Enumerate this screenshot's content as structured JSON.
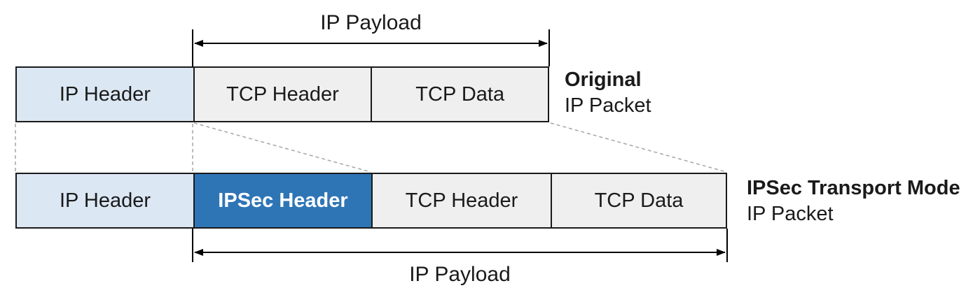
{
  "diagram": {
    "top_measure": {
      "label": "IP Payload"
    },
    "bottom_measure": {
      "label": "IP Payload"
    },
    "original_packet": {
      "segments": [
        {
          "label": "IP Header"
        },
        {
          "label": "TCP Header"
        },
        {
          "label": "TCP Data"
        }
      ],
      "caption_line1": "Original",
      "caption_line2": "IP Packet"
    },
    "transport_packet": {
      "segments": [
        {
          "label": "IP Header"
        },
        {
          "label": "IPSec Header"
        },
        {
          "label": "TCP Header"
        },
        {
          "label": "TCP Data"
        }
      ],
      "caption_line1": "IPSec Transport Mode",
      "caption_line2": "IP Packet"
    },
    "colors": {
      "ip_header_fill": "#dbe7f3",
      "payload_fill": "#efefef",
      "ipsec_header_fill": "#2e75b6",
      "ipsec_header_text": "#ffffff",
      "box_border": "#1a1a1a",
      "dashed_connector": "#a6a6a6",
      "measure_line": "#000000"
    }
  }
}
